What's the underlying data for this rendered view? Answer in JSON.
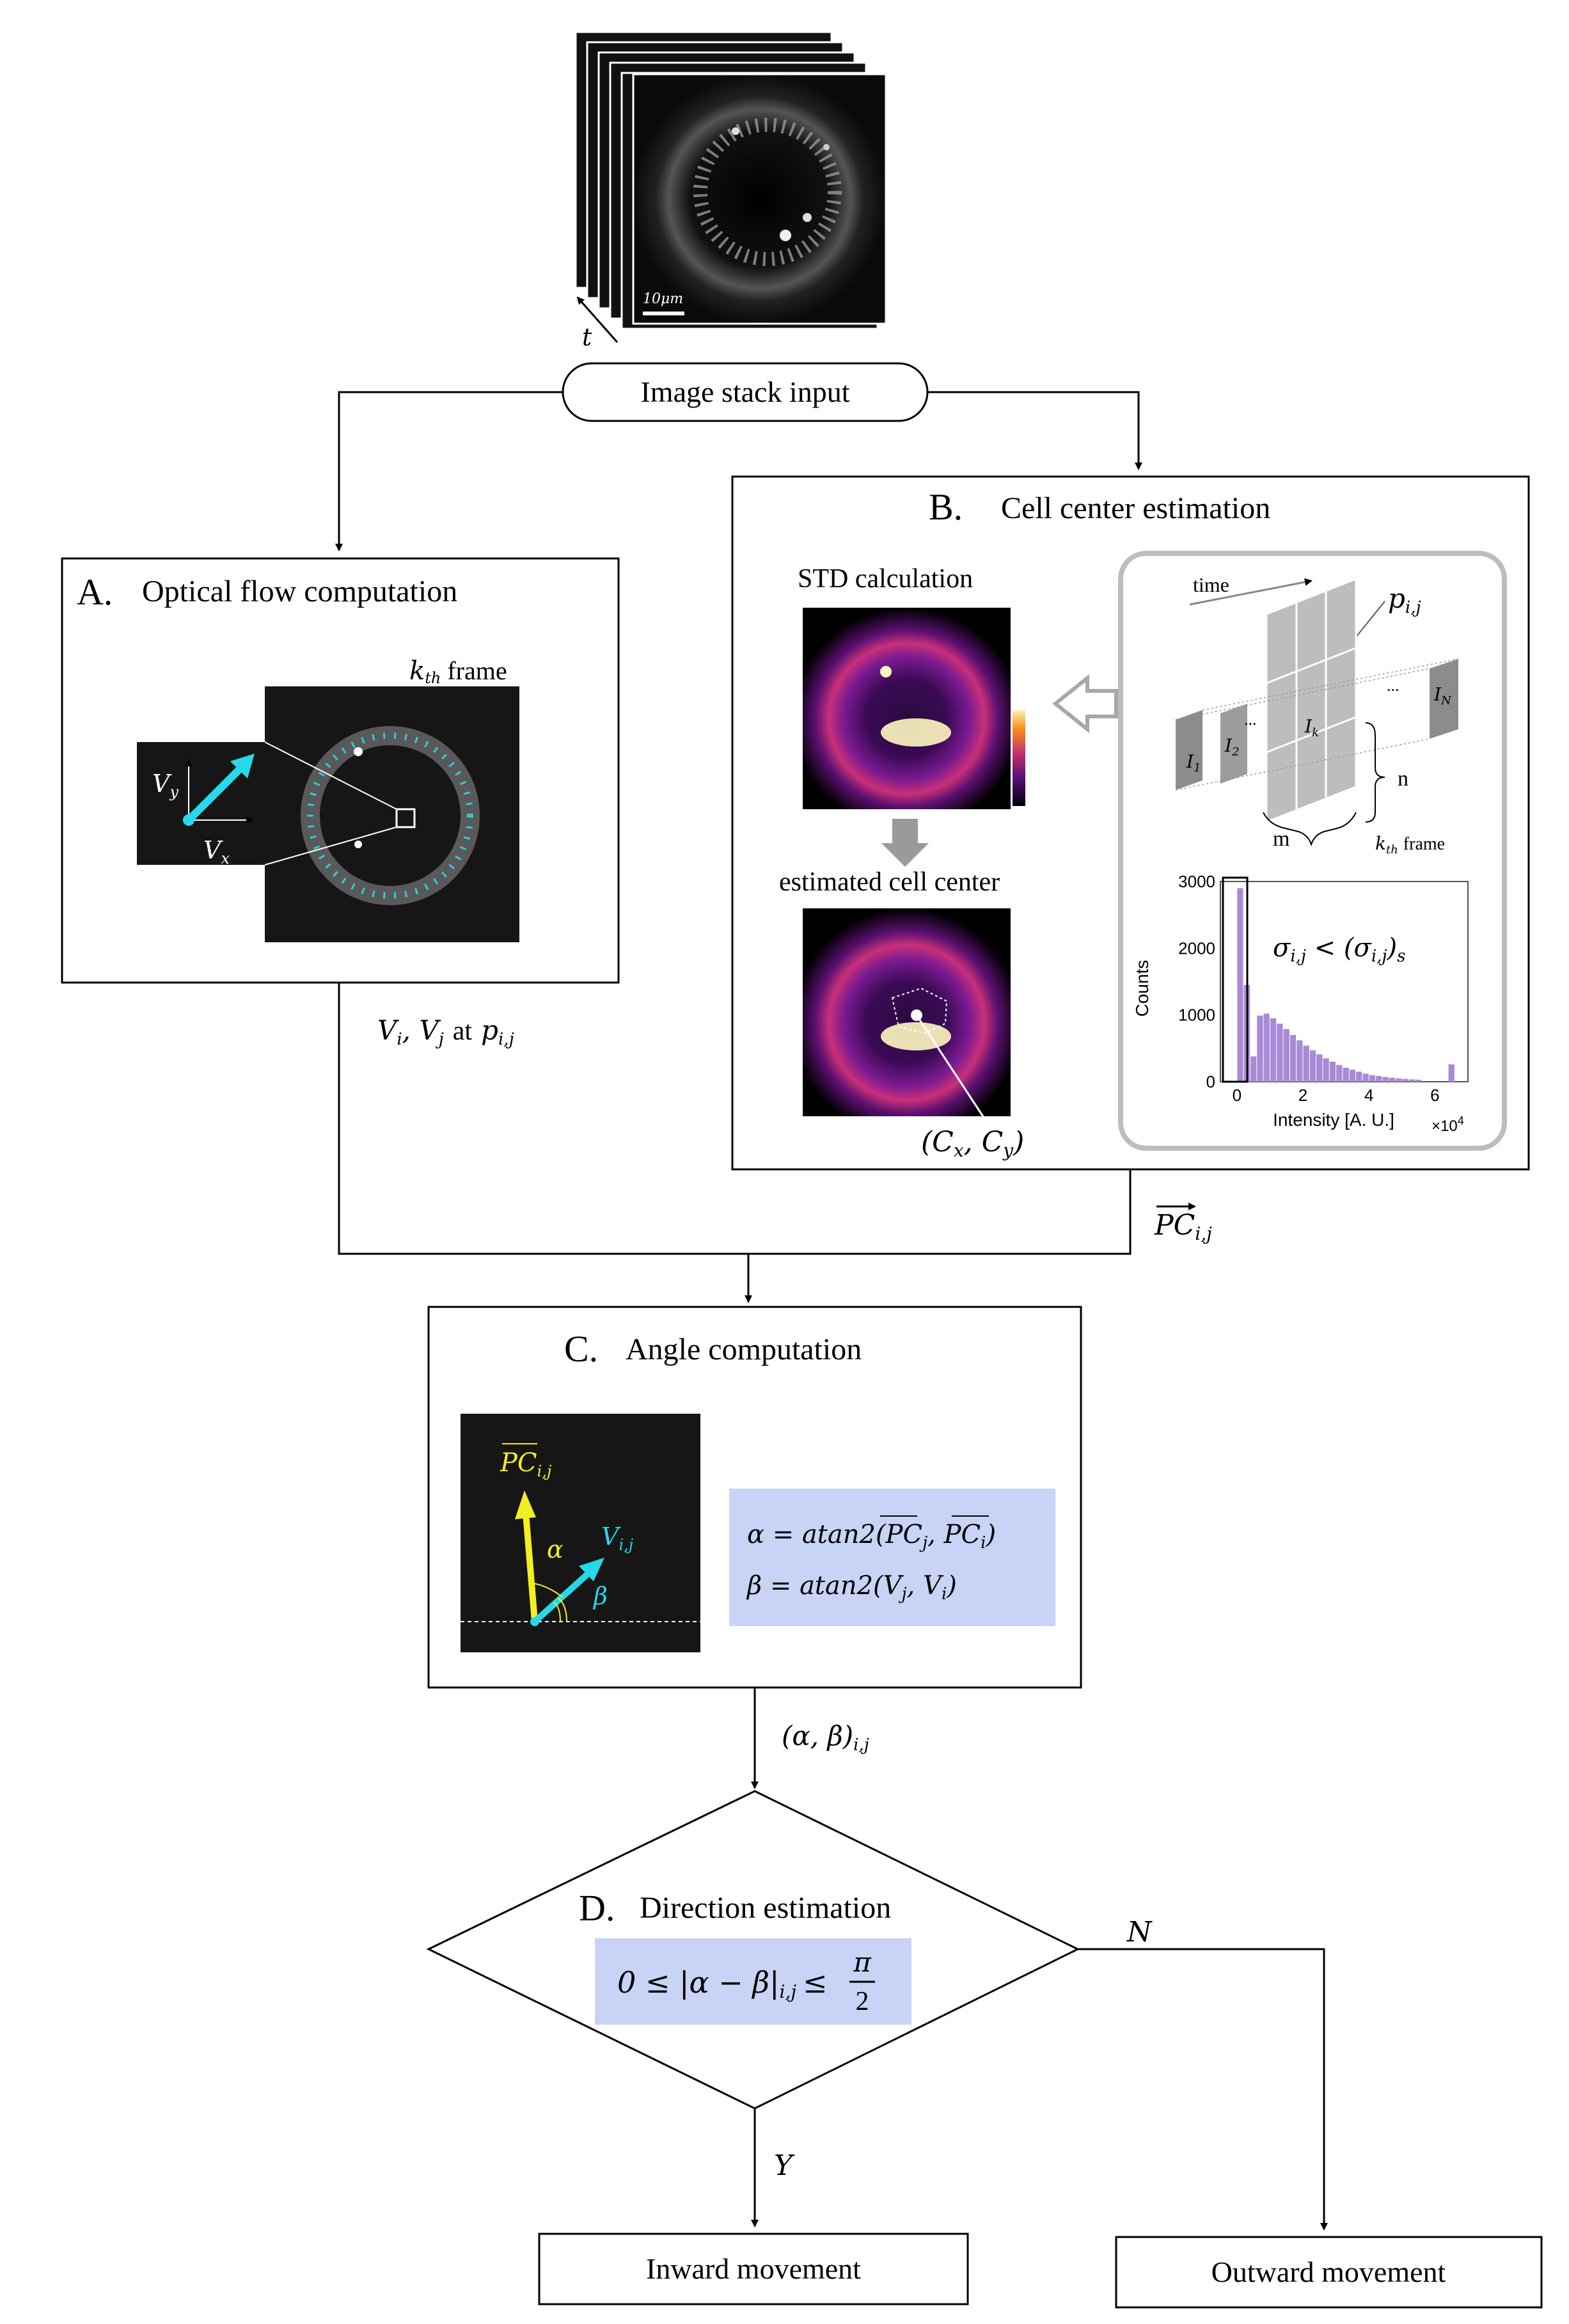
{
  "input": {
    "label": "Image stack input",
    "scale_bar": "10μm",
    "time_axis": "t"
  },
  "panel_a": {
    "letter": "A.",
    "title": "Optical flow computation",
    "frame_label_k": "k",
    "frame_label_th": "th",
    "frame_label_word": "frame",
    "vx": "V",
    "vx_sub": "x",
    "vy": "V",
    "vy_sub": "y",
    "output_label": "V",
    "output_i": "i",
    "output_comma": ", V",
    "output_j": "j",
    "output_at": "at",
    "output_p": "p",
    "output_p_sub": "i,j"
  },
  "panel_b": {
    "letter": "B.",
    "title": "Cell center estimation",
    "std_label": "STD calculation",
    "center_label": "estimated cell center",
    "center_coords": "(C",
    "cx_sub": "x",
    "cy_mid": ", C",
    "cy_sub": "y",
    "close_paren": ")",
    "time_label": "time",
    "p_label": "p",
    "p_sub": "i,j",
    "frames": [
      "I",
      "I",
      "I",
      "I"
    ],
    "frame_subs": [
      "1",
      "2",
      "k",
      "N"
    ],
    "ellipsis": "...",
    "dim_n": "n",
    "dim_m": "m",
    "kth_k": "k",
    "kth_th": "th",
    "kth_word": "frame",
    "output_label": "PC",
    "output_sub": "i,j"
  },
  "histogram": {
    "ylabel": "Counts",
    "xlabel": "Intensity [A. U.]",
    "yticks": [
      "0",
      "1000",
      "2000",
      "3000"
    ],
    "xticks": [
      "0",
      "2",
      "4",
      "6"
    ],
    "multiplier": "×10",
    "multiplier_exp": "4",
    "condition_lhs": "σ",
    "condition_lhs_sub": "i,j",
    "condition_op": " < (σ",
    "condition_rhs_sub": "i,j",
    "condition_close": ")",
    "condition_s": "s"
  },
  "chart_data": {
    "type": "bar",
    "xlabel": "Intensity [A. U.]",
    "ylabel": "Counts",
    "xlim": [
      -0.5,
      7
    ],
    "ylim": [
      0,
      3000
    ],
    "x_multiplier": "×10^4",
    "bin_width": 0.2,
    "x": [
      0.1,
      0.3,
      0.5,
      0.7,
      0.9,
      1.1,
      1.3,
      1.5,
      1.7,
      1.9,
      2.1,
      2.3,
      2.5,
      2.7,
      2.9,
      3.1,
      3.3,
      3.5,
      3.7,
      3.9,
      4.1,
      4.3,
      4.5,
      4.7,
      4.9,
      5.1,
      5.3,
      5.5,
      6.5
    ],
    "values": [
      2900,
      1450,
      380,
      990,
      1020,
      950,
      870,
      790,
      700,
      620,
      540,
      470,
      410,
      350,
      300,
      250,
      210,
      180,
      150,
      120,
      100,
      85,
      70,
      60,
      50,
      42,
      35,
      30,
      260
    ]
  },
  "panel_c": {
    "letter": "C.",
    "title": "Angle computation",
    "pc_label": "PC",
    "pc_sub": "i,j",
    "v_label": "V",
    "v_sub": "i,j",
    "alpha": "α",
    "beta": "β",
    "eq1_lhs": "α = atan2(",
    "eq1_pc": "PC",
    "eq1_j": "j",
    "eq1_mid": ", ",
    "eq1_pc2": "PC",
    "eq1_i": "i",
    "eq1_close": ")",
    "eq2_lhs": "β = atan2(V",
    "eq2_j": "j",
    "eq2_mid": ", V",
    "eq2_i": "i",
    "eq2_close": ")",
    "output_label": "(α, β)",
    "output_sub": "i,j"
  },
  "panel_d": {
    "letter": "D.",
    "title": "Direction estimation",
    "condition_left": "0 ≤ |α − β|",
    "condition_sub": "i,j",
    "condition_le": "≤",
    "pi": "π",
    "two": "2",
    "yes": "Y",
    "no": "N"
  },
  "outputs": {
    "inward": "Inward movement",
    "outward": "Outward movement"
  },
  "colors": {
    "cyan": "#27d8e8",
    "yellow": "#f2ee1f",
    "formula_bg": "#c8d3f6",
    "histogram_bar": "#a98ad6",
    "gray_arrow": "#9a9a9a"
  }
}
